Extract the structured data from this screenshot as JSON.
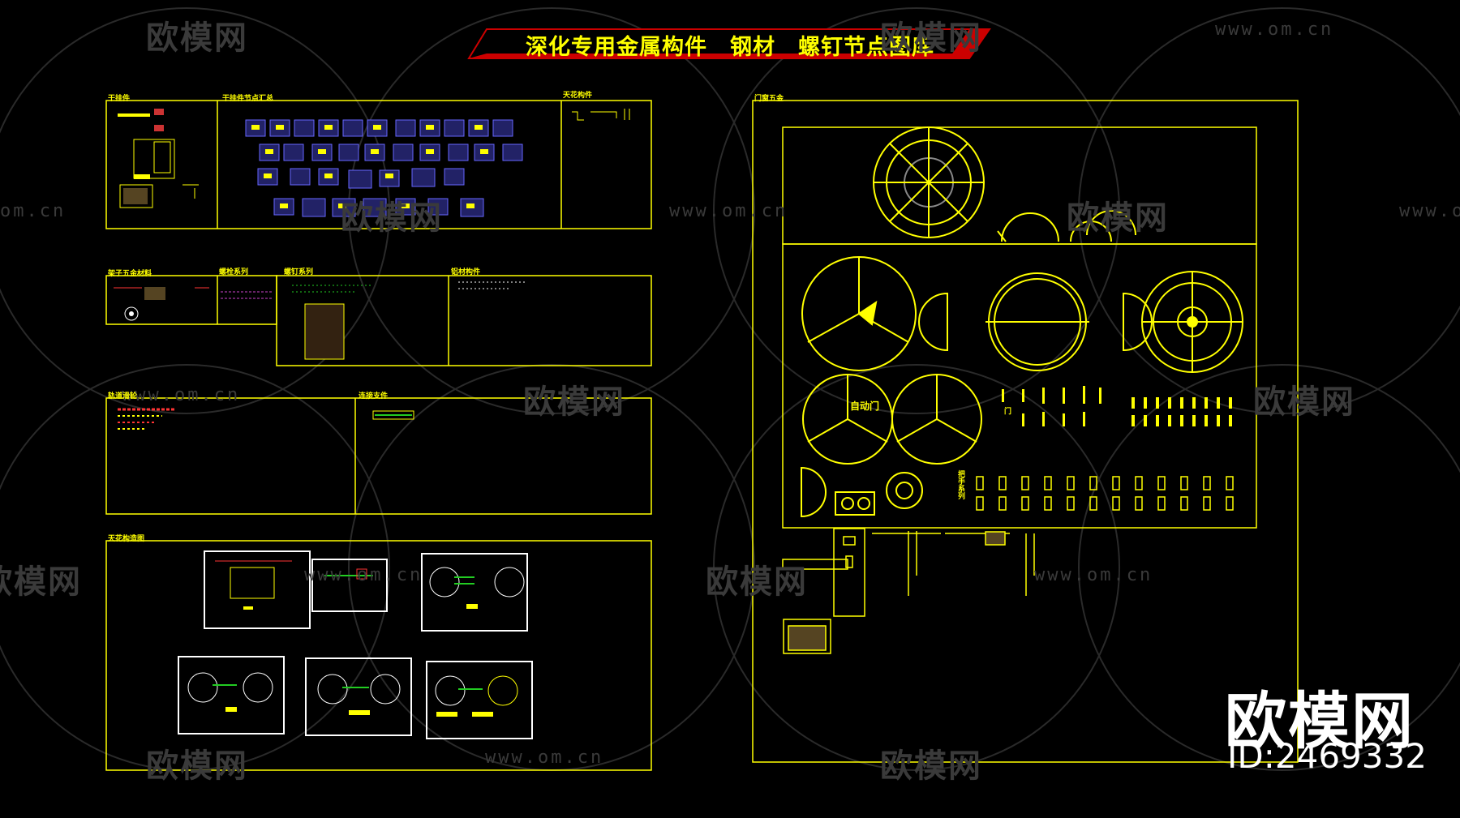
{
  "title": "深化专用金属构件　钢材　螺钉节点图库",
  "watermark": {
    "brand": "欧模网",
    "url": "www.om.cn",
    "partial_url": "om.cn",
    "partial_brand": "欧模网"
  },
  "branding": {
    "name": "欧模网",
    "id_label": "ID:2469332"
  },
  "sections": {
    "handrail": "干挂件",
    "handrail_summary": "干挂件节点汇总",
    "ceiling_parts": "天花构件",
    "bracket_hardware": "架子五金材料",
    "bolt_series": "螺栓系列",
    "screw_series": "螺钉系列",
    "sealing_parts": "铝材构件",
    "sliding_rail": "轨道滑轮",
    "connection": "连接支件",
    "ceiling_nodes": "天花构造图",
    "door_hardware": "门窗五金"
  },
  "door_panel": {
    "round_text": "自动门",
    "vertical_text_1": "门",
    "vertical_text_2": "把手系列"
  },
  "colors": {
    "background": "#000000",
    "line": "#ffff00",
    "title_bar": "#cc0000",
    "watermark": "#3a3a3a"
  }
}
